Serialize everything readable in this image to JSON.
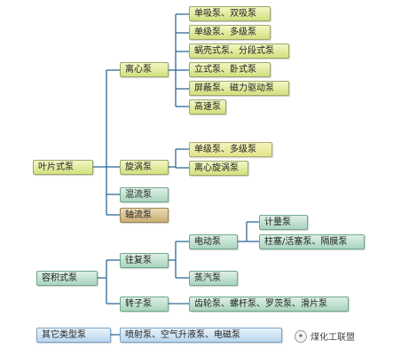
{
  "nodes": {
    "impeller_pump": "叶片式泵",
    "centrifugal": "离心泵",
    "c_suction": "单吸泵、双吸泵",
    "c_stage": "单级泵、多级泵",
    "c_casing": "蜗壳式泵、分段式泵",
    "c_axis": "立式泵、卧式泵",
    "c_shield": "屏蔽泵、磁力驱动泵",
    "c_highspeed": "高速泵",
    "vortex": "旋涡泵",
    "v_stage": "单级泵、多级泵",
    "v_centrifugal_vortex": "离心旋涡泵",
    "mixed_flow": "混流泵",
    "axial_flow": "轴流泵",
    "positive_displacement": "容积式泵",
    "reciprocating": "往复泵",
    "electric": "电动泵",
    "metering": "计量泵",
    "plunger": "柱塞/活塞泵、隔膜泵",
    "steam": "蒸汽泵",
    "rotor": "转子泵",
    "rotor_types": "齿轮泵、螺杆泵、罗茨泵、滑片泵",
    "other_types": "其它类型泵",
    "other_list": "喷射泵、空气升液泵、电磁泵"
  },
  "watermark": {
    "icon": "wechat-icon",
    "text": "煤化工联盟"
  },
  "colors": {
    "line": "#2f6a99",
    "green": "#d3df7e",
    "blue": "#b7d6ee",
    "teal": "#a9d4bd",
    "tan": "#c9ad72"
  }
}
